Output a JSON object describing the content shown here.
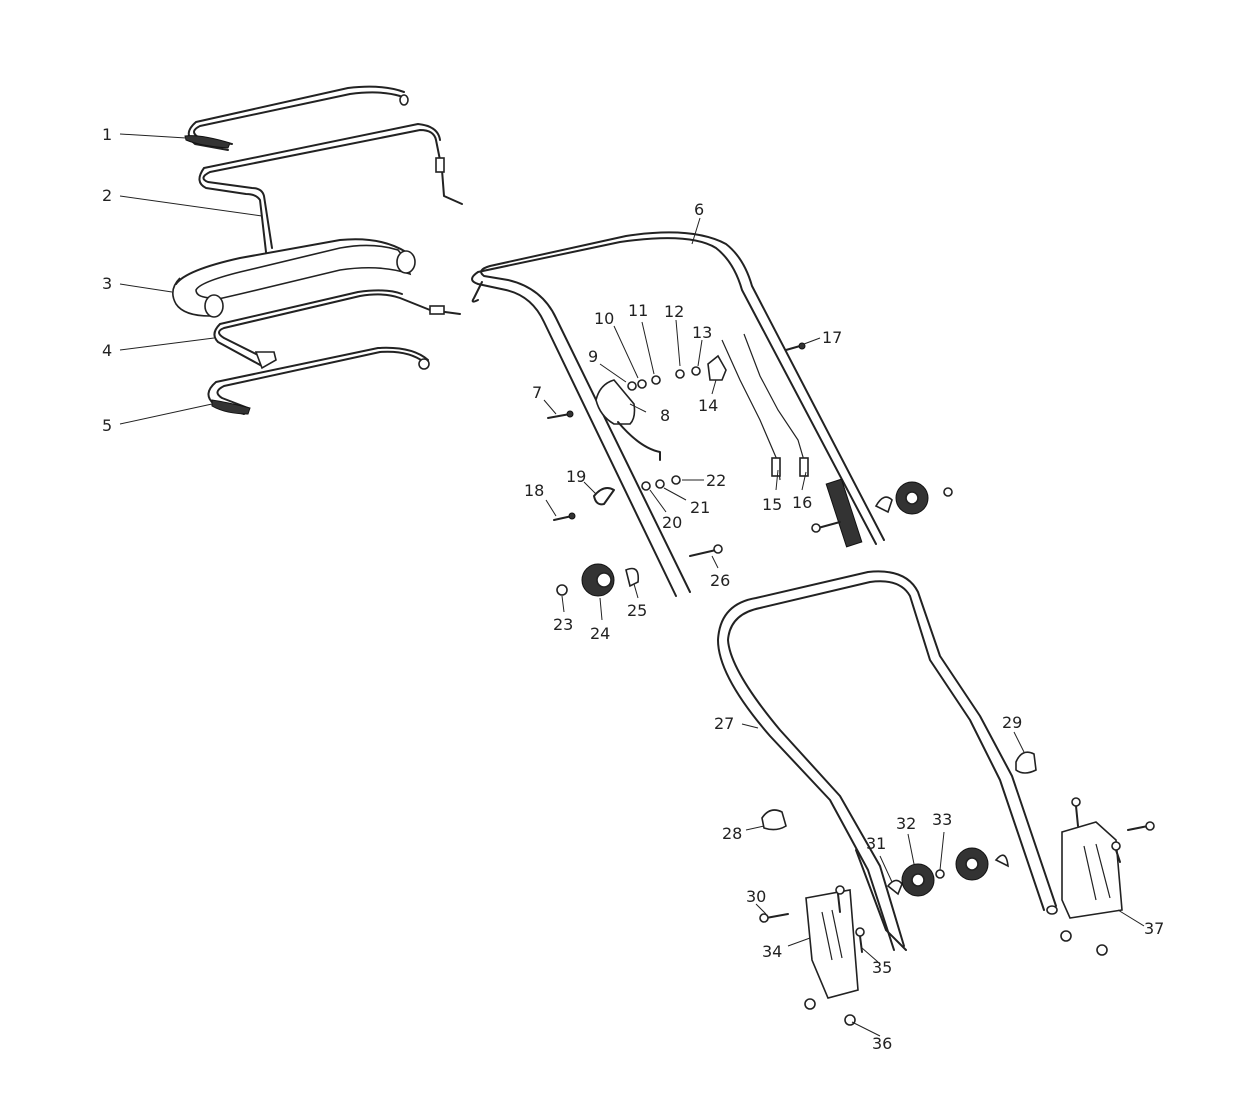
{
  "labels": {
    "p1": "1",
    "p2": "2",
    "p3": "3",
    "p4": "4",
    "p5": "5",
    "p6": "6",
    "p7": "7",
    "p8": "8",
    "p9": "9",
    "p10": "10",
    "p11": "11",
    "p12": "12",
    "p13": "13",
    "p14": "14",
    "p15": "15",
    "p16": "16",
    "p17": "17",
    "p18": "18",
    "p19": "19",
    "p20": "20",
    "p21": "21",
    "p22": "22",
    "p23": "23",
    "p24": "24",
    "p25": "25",
    "p26": "26",
    "p27": "27",
    "p28": "28",
    "p29": "29",
    "p30": "30",
    "p31": "31",
    "p32": "32",
    "p33": "33",
    "p34": "34",
    "p35": "35",
    "p36": "36",
    "p37": "37"
  }
}
